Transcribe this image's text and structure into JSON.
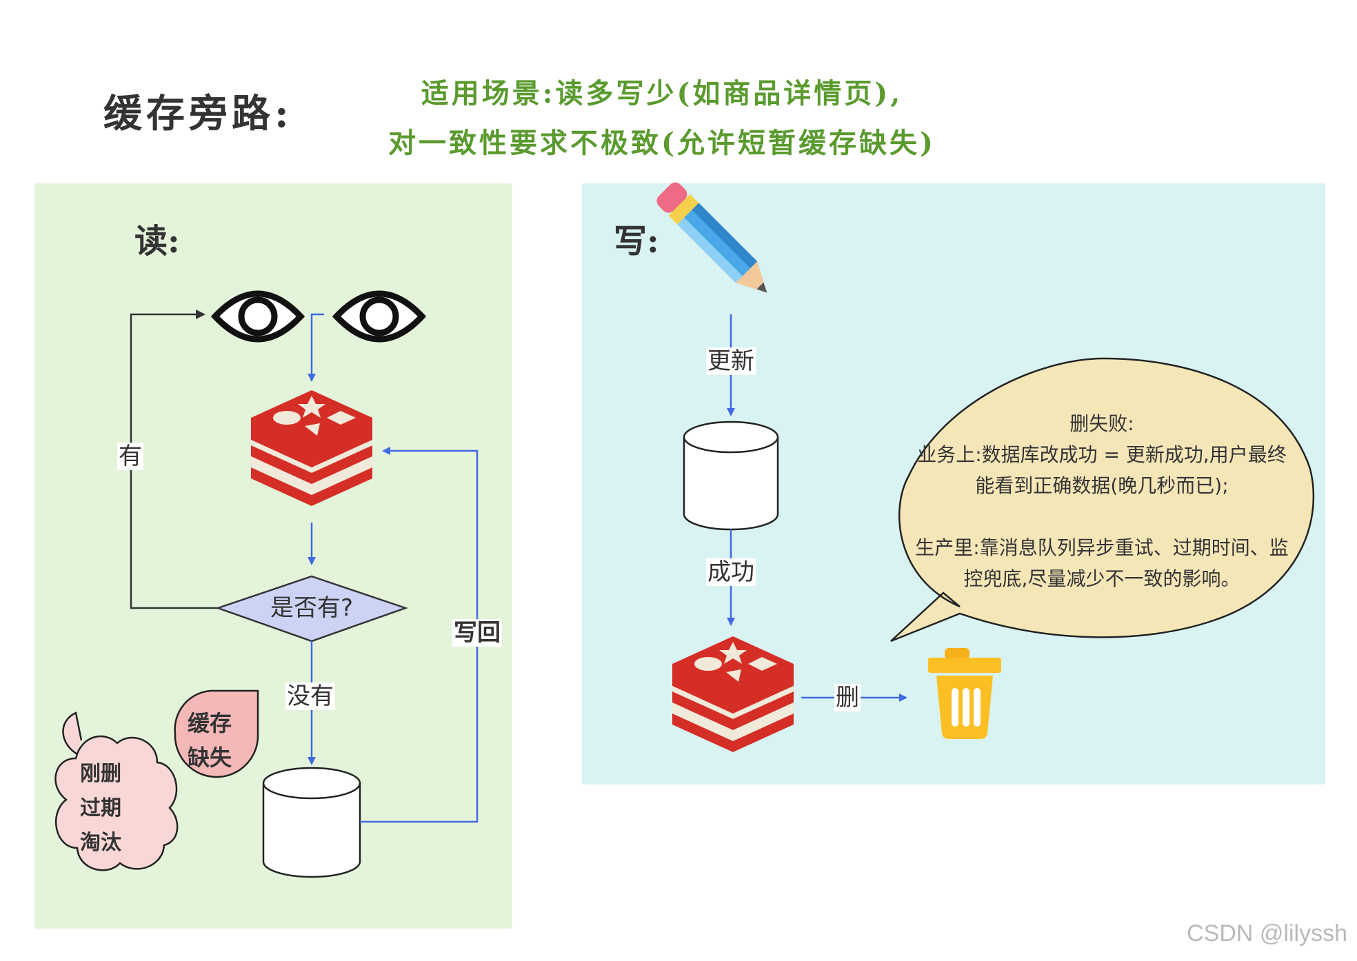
{
  "header": {
    "title": "缓存旁路:",
    "scenario_line1": "适用场景:读多写少(如商品详情页),",
    "scenario_line2": "对一致性要求不极致(允许短暂缓存缺失)"
  },
  "read_panel": {
    "title": "读:",
    "decision_label": "是否有?",
    "edge_yes": "有",
    "edge_no": "没有",
    "edge_writeback": "写回",
    "cloud_note": [
      "刚删",
      "过期",
      "淘汰"
    ],
    "tag_note": [
      "缓存",
      "缺失"
    ]
  },
  "write_panel": {
    "title": "写:",
    "edge_update": "更新",
    "edge_success": "成功",
    "edge_delete": "删",
    "bubble": {
      "title": "删失败:",
      "para1": "业务上:数据库改成功 = 更新成功,用户最终能看到正确数据(晚几秒而已);",
      "para2": "生产里:靠消息队列异步重试、过期时间、监控兜底,尽量减少不一致的影响。"
    }
  },
  "watermark": "CSDN @lilyssh",
  "colors": {
    "read_bg": "#e3f4da",
    "write_bg": "#d9f3f3",
    "arrow_blue": "#4169e1",
    "redis_red": "#d52e26",
    "decision_fill": "#ccd3f5",
    "bubble_fill": "#f5e6b8",
    "note_pink": "#f9d7d7",
    "trash_yellow": "#fbbf24",
    "scenario_green": "#5a9a2e"
  },
  "icons": [
    "eye-icon",
    "eye-icon",
    "redis-icon",
    "database-icon",
    "pencil-icon",
    "redis-icon",
    "trash-icon"
  ]
}
